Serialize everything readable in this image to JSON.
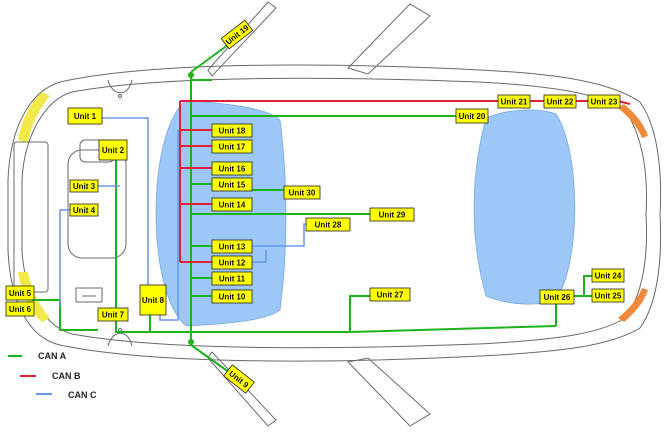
{
  "colors": {
    "can_a": "#1db31d",
    "can_b": "#e0203a",
    "can_c": "#6a95ea",
    "unit_fill": "#ffff00",
    "window": "#9cc7f7",
    "headlight": "#f2ea4a",
    "taillight": "#f08a3a"
  },
  "legend": [
    {
      "id": "can_a",
      "label": "CAN A"
    },
    {
      "id": "can_b",
      "label": "CAN B"
    },
    {
      "id": "can_c",
      "label": "CAN C"
    }
  ],
  "units": [
    {
      "id": "u1",
      "label": "Unit 1"
    },
    {
      "id": "u2",
      "label": "Unit 2"
    },
    {
      "id": "u3",
      "label": "Unit 3"
    },
    {
      "id": "u4",
      "label": "Unit 4"
    },
    {
      "id": "u5",
      "label": "Unit 5"
    },
    {
      "id": "u6",
      "label": "Unit 6"
    },
    {
      "id": "u7",
      "label": "Unit 7"
    },
    {
      "id": "u8",
      "label": "Unit 8"
    },
    {
      "id": "u9",
      "label": "Unit 9"
    },
    {
      "id": "u10",
      "label": "Unit 10"
    },
    {
      "id": "u11",
      "label": "Unit 11"
    },
    {
      "id": "u12",
      "label": "Unit 12"
    },
    {
      "id": "u13",
      "label": "Unit 13"
    },
    {
      "id": "u14",
      "label": "Unit 14"
    },
    {
      "id": "u15",
      "label": "Unit 15"
    },
    {
      "id": "u16",
      "label": "Unit 16"
    },
    {
      "id": "u17",
      "label": "Unit 17"
    },
    {
      "id": "u18",
      "label": "Unit 18"
    },
    {
      "id": "u19",
      "label": "Unit 19"
    },
    {
      "id": "u20",
      "label": "Unit 20"
    },
    {
      "id": "u21",
      "label": "Unit 21"
    },
    {
      "id": "u22",
      "label": "Unit 22"
    },
    {
      "id": "u23",
      "label": "Unit 23"
    },
    {
      "id": "u24",
      "label": "Unit 24"
    },
    {
      "id": "u25",
      "label": "Unit 25"
    },
    {
      "id": "u26",
      "label": "Unit 26"
    },
    {
      "id": "u27",
      "label": "Unit 27"
    },
    {
      "id": "u28",
      "label": "Unit 28"
    },
    {
      "id": "u29",
      "label": "Unit 29"
    },
    {
      "id": "u30",
      "label": "Unit 30"
    }
  ]
}
